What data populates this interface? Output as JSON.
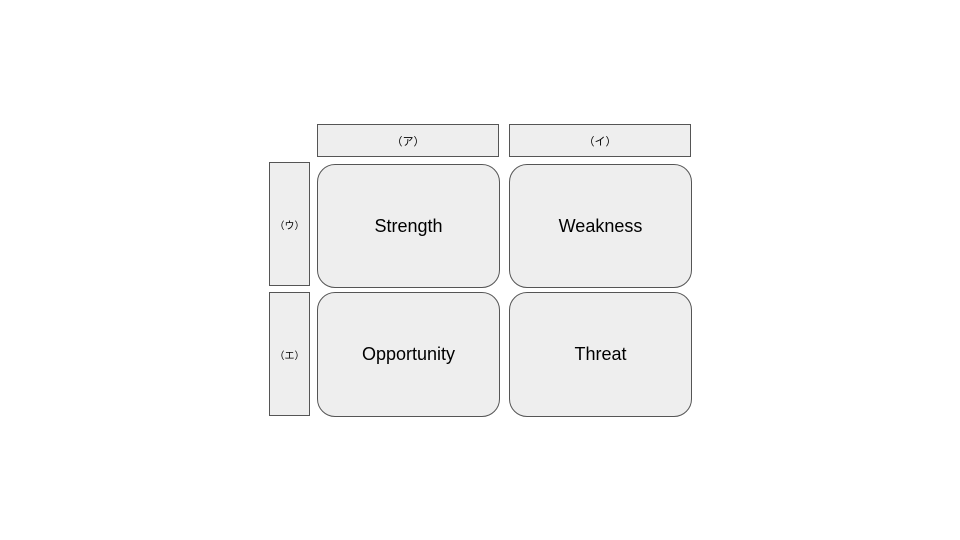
{
  "colors": {
    "box_fill": "#eeeeee",
    "box_border": "#555555",
    "background": "#ffffff"
  },
  "columns": [
    {
      "label": "（ア）"
    },
    {
      "label": "（イ）"
    }
  ],
  "rows": [
    {
      "label": "（ウ）"
    },
    {
      "label": "（エ）"
    }
  ],
  "cells": {
    "strength": "Strength",
    "weakness": "Weakness",
    "opportunity": "Opportunity",
    "threat": "Threat"
  }
}
